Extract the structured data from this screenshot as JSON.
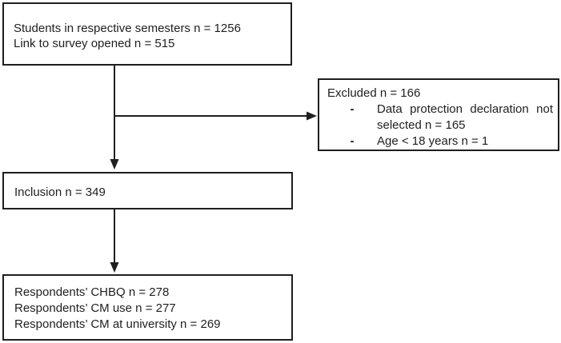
{
  "figure": {
    "type": "participant-flow-diagram",
    "colors": {
      "line": "#1f1f1f",
      "text": "#1f1f1f",
      "box_background": "#ffffff",
      "page_background": "#ffffff"
    },
    "boxes": {
      "enrollment": {
        "lines": [
          "Students in respective semesters n = 1256",
          "Link to survey opened n = 515"
        ]
      },
      "excluded": {
        "title": "Excluded n = 166",
        "bullet": "-",
        "items": [
          "Data protection declaration not selected n = 165",
          "Age < 18 years n = 1"
        ]
      },
      "inclusion": {
        "label": "Inclusion n = 349"
      },
      "respondents": {
        "lines": [
          "Respondents’ CHBQ n = 278",
          "Respondents’ CM use n = 277",
          "Respondents’ CM at university n = 269"
        ]
      }
    }
  }
}
